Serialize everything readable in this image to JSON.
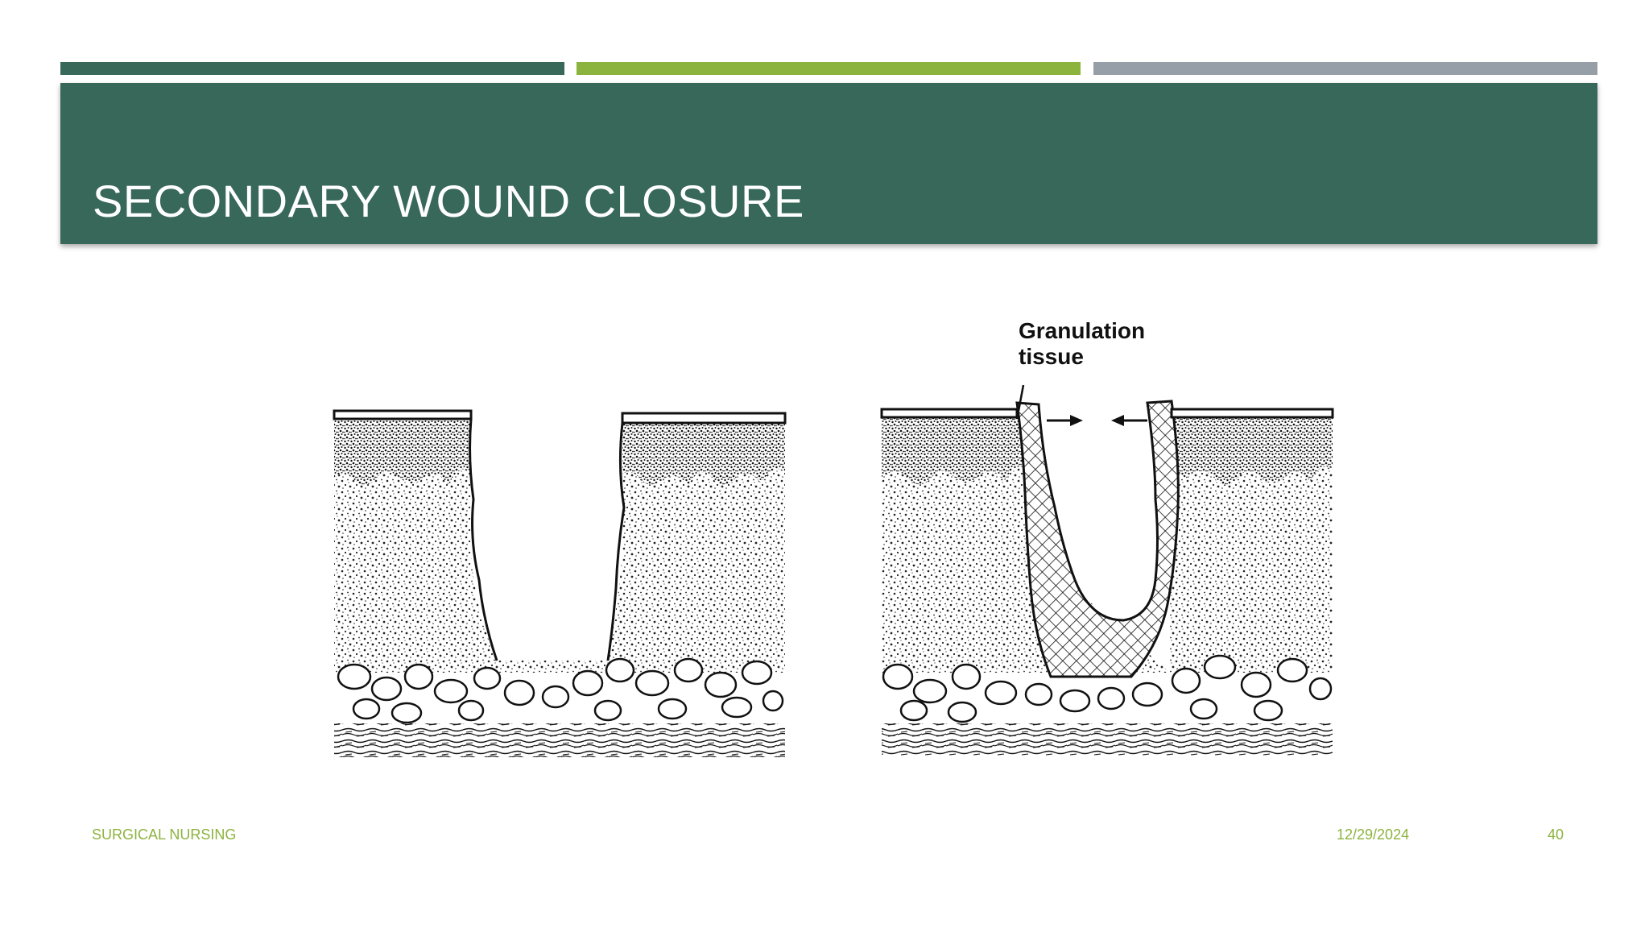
{
  "slide": {
    "title": "SECONDARY WOUND CLOSURE",
    "footer_left": "SURGICAL NURSING",
    "footer_date": "12/29/2024",
    "page_number": "40"
  },
  "figure": {
    "label_line1": "Granulation",
    "label_line2": "tissue"
  },
  "colors": {
    "header_green": "#38685A",
    "accent_lime": "#8DB33F",
    "accent_gray": "#969FA8",
    "footer_text": "#8DB33F"
  }
}
